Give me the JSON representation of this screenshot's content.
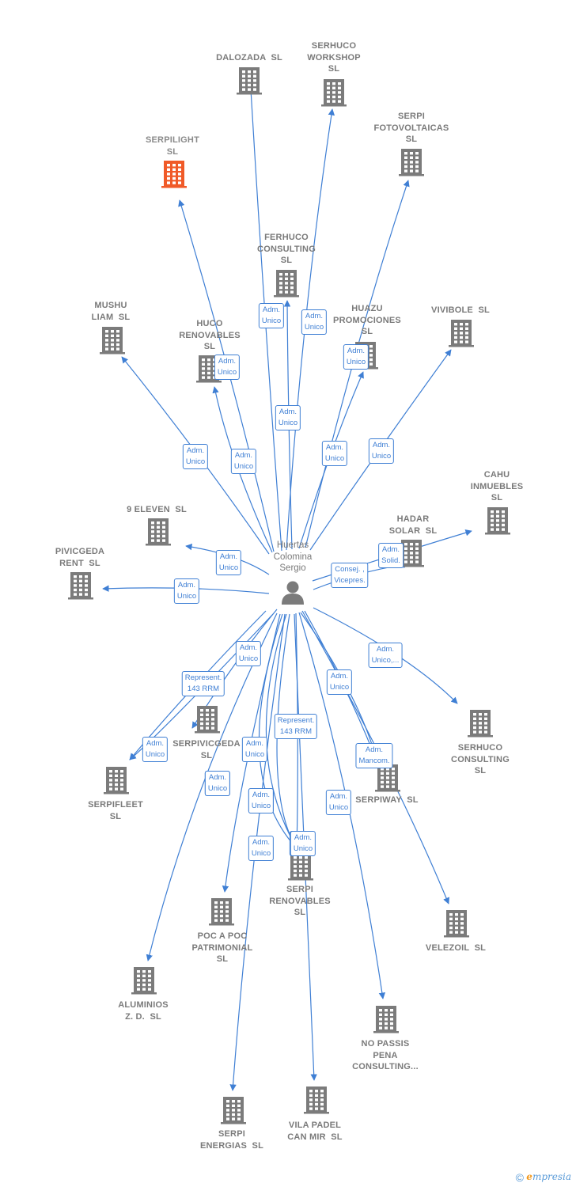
{
  "person": {
    "name": "Huertas\nColomina\nSergio"
  },
  "colors": {
    "edge": "#3f7fd4",
    "building": "#7b7b7b",
    "highlight": "#f05a28",
    "label": "#7a7a7a"
  },
  "footer": {
    "copyright": "©",
    "brand_e": "e",
    "brand_rest": "mpresia"
  },
  "companies": [
    {
      "id": "dalozada",
      "label": "DALOZADA  SL"
    },
    {
      "id": "serhuco-workshop",
      "label": "SERHUCO\nWORKSHOP\nSL"
    },
    {
      "id": "serpi-fotovoltaicas",
      "label": "SERPI\nFOTOVOLTAICAS\nSL"
    },
    {
      "id": "serpilight",
      "label": "SERPILIGHT\nSL",
      "highlight": true
    },
    {
      "id": "ferhuco-consulting",
      "label": "FERHUCO\nCONSULTING\nSL"
    },
    {
      "id": "mushu-liam",
      "label": "MUSHU\nLIAM  SL"
    },
    {
      "id": "huco-renovables",
      "label": "HUCO\nRENOVABLES\nSL"
    },
    {
      "id": "huazu-promociones",
      "label": "HUAZU\nPROMOCIONES\nSL"
    },
    {
      "id": "vivibole",
      "label": "VIVIBOLE  SL"
    },
    {
      "id": "cahu-inmuebles",
      "label": "CAHU\nINMUEBLES\nSL"
    },
    {
      "id": "hadar-solar",
      "label": "HADAR\nSOLAR  SL"
    },
    {
      "id": "9-eleven",
      "label": "9 ELEVEN  SL"
    },
    {
      "id": "pivicgeda-rent",
      "label": "PIVICGEDA\nRENT  SL"
    },
    {
      "id": "serpivicgeda",
      "label": "SERPIVICGEDA\nSL"
    },
    {
      "id": "serpifleet",
      "label": "SERPIFLEET\nSL"
    },
    {
      "id": "serhuco-consulting",
      "label": "SERHUCO\nCONSULTING\nSL"
    },
    {
      "id": "serpiway",
      "label": "SERPIWAY  SL"
    },
    {
      "id": "serpi-renovables",
      "label": "SERPI\nRENOVABLES\nSL"
    },
    {
      "id": "velezoil",
      "label": "VELEZOIL  SL"
    },
    {
      "id": "poc-a-poc",
      "label": "POC A POC\nPATRIMONIAL\nSL"
    },
    {
      "id": "aluminios-zd",
      "label": "ALUMINIOS\nZ. D.  SL"
    },
    {
      "id": "no-passis-pena",
      "label": "NO PASSIS\nPENA\nCONSULTING..."
    },
    {
      "id": "serpi-energias",
      "label": "SERPI\nENERGIAS  SL"
    },
    {
      "id": "vila-padel",
      "label": "VILA PADEL\nCAN MIR  SL"
    }
  ],
  "edges": [
    {
      "to": "dalozada",
      "role": "Adm.\nUnico"
    },
    {
      "to": "serhuco-workshop",
      "role": "Adm.\nUnico"
    },
    {
      "to": "serpi-fotovoltaicas",
      "role": "Adm.\nUnico"
    },
    {
      "to": "serpilight",
      "role": "Adm.\nUnico"
    },
    {
      "to": "ferhuco-consulting",
      "role": "Adm.\nUnico"
    },
    {
      "to": "mushu-liam",
      "role": "Adm.\nUnico"
    },
    {
      "to": "huco-renovables",
      "role": "Adm.\nUnico"
    },
    {
      "to": "huazu-promociones",
      "role": "Adm.\nUnico"
    },
    {
      "to": "vivibole",
      "role": "Adm.\nUnico"
    },
    {
      "to": "cahu-inmuebles",
      "role": "Adm.\nSolid."
    },
    {
      "to": "hadar-solar",
      "role": "Consej. ,\nVicepres."
    },
    {
      "to": "9-eleven",
      "role": "Adm.\nUnico"
    },
    {
      "to": "pivicgeda-rent",
      "role": "Adm.\nUnico"
    },
    {
      "to": "serpivicgeda",
      "role": "Adm.\nUnico"
    },
    {
      "to": "serpifleet",
      "role": "Represent.\n143 RRM"
    },
    {
      "to": "serpifleet",
      "role": "Adm.\nUnico"
    },
    {
      "to": "serhuco-consulting",
      "role": "Adm.\nUnico,..."
    },
    {
      "to": "serpiway",
      "role": "Adm.\nUnico"
    },
    {
      "to": "serpiway",
      "role": "Adm.\nMancom."
    },
    {
      "to": "serpi-renovables",
      "role": "Represent.\n143 RRM"
    },
    {
      "to": "serpi-renovables",
      "role": "Adm.\nUnico"
    },
    {
      "to": "serpi-renovables",
      "role": "Adm.\nUnico"
    },
    {
      "to": "serpi-renovables",
      "role": "Adm.\nUnico"
    },
    {
      "to": "velezoil",
      "role": "Adm.\nUnico"
    },
    {
      "to": "poc-a-poc",
      "role": "Adm.\nUnico"
    },
    {
      "to": "aluminios-zd",
      "role": "Adm.\nUnico"
    },
    {
      "to": "no-passis-pena",
      "role": "Adm.\nUnico"
    },
    {
      "to": "serpi-energias",
      "role": "Adm.\nUnico"
    },
    {
      "to": "vila-padel",
      "role": "Adm.\nUnico"
    }
  ]
}
